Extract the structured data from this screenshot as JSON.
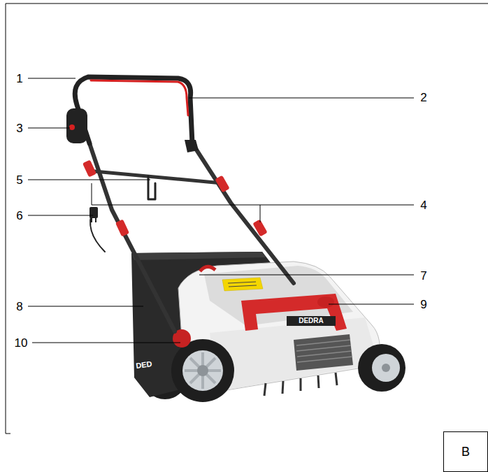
{
  "diagram": {
    "nodes": [
      {
        "text": [
          "B"
        ]
      }
    ],
    "labels": [
      "1",
      "2",
      "3",
      "5",
      "4",
      "6",
      "7",
      "8",
      "9",
      "10",
      "DEDRA",
      "DED"
    ]
  }
}
